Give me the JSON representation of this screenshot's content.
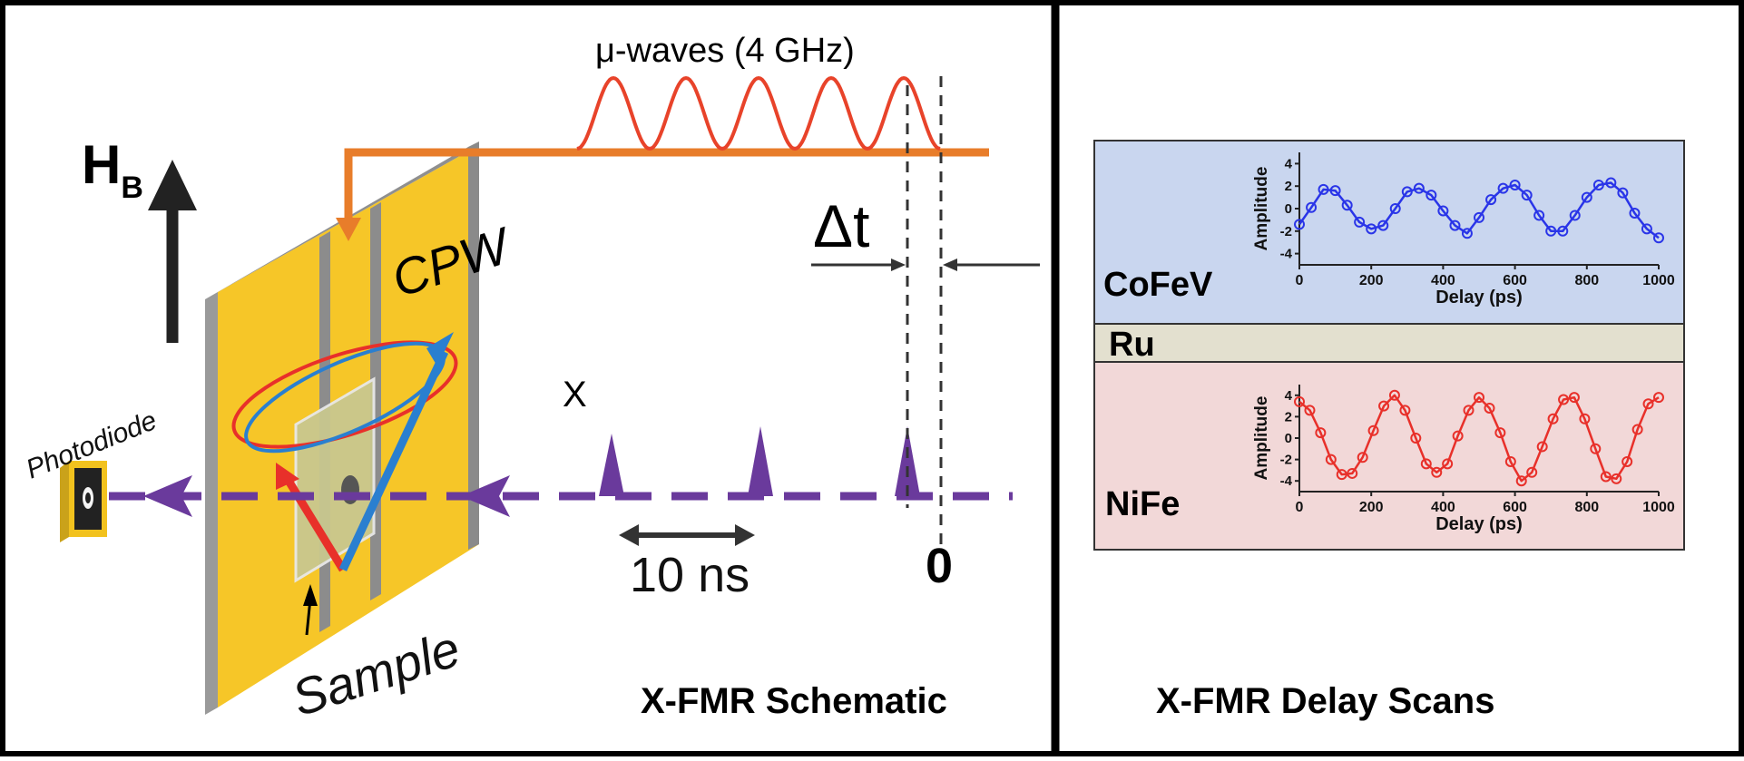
{
  "schematic": {
    "field_label_main": "H",
    "field_label_sub": "B",
    "microwave_label": "μ-waves (4 GHz)",
    "delay_label": "Δt",
    "xray_label": "X",
    "spacing_label": "10 ns",
    "zero_label": "0",
    "cpw_label": "CPW",
    "photodiode_label": "Photodiode",
    "sample_label": "Sample",
    "caption": "X-FMR Schematic"
  },
  "scans": {
    "caption": "X-FMR Delay Scans",
    "layers": {
      "top": "CoFeV",
      "spacer": "Ru",
      "bottom": "NiFe"
    },
    "colors": {
      "top_bg": "#c9d6ef",
      "spacer_bg": "#e3e0cf",
      "bottom_bg": "#f2d8d8",
      "top_series": "#2a35e8",
      "bottom_series": "#e8302a"
    }
  },
  "chart_data": [
    {
      "type": "line",
      "series": [
        {
          "name": "CoFeV",
          "values": [
            -1.4,
            0.1,
            1.7,
            1.6,
            0.3,
            -1.2,
            -1.8,
            -1.5,
            0.0,
            1.5,
            1.8,
            1.2,
            -0.2,
            -1.5,
            -2.2,
            -0.8,
            0.8,
            1.8,
            2.1,
            1.2,
            -0.6,
            -2.0,
            -2.0,
            -0.6,
            1.0,
            2.1,
            2.3,
            1.4,
            -0.4,
            -1.8,
            -2.6
          ]
        }
      ],
      "x": [
        0,
        33,
        67,
        100,
        133,
        167,
        200,
        233,
        267,
        300,
        333,
        367,
        400,
        433,
        467,
        500,
        533,
        567,
        600,
        633,
        667,
        700,
        733,
        767,
        800,
        833,
        867,
        900,
        933,
        967,
        1000
      ],
      "xlabel": "Delay (ps)",
      "ylabel": "Amplitude",
      "xlim": [
        0,
        1000
      ],
      "ylim": [
        -5,
        5
      ],
      "xticks": [
        0,
        200,
        400,
        600,
        800,
        1000
      ],
      "yticks": [
        4,
        2,
        0,
        -2,
        -4
      ],
      "grid": false
    },
    {
      "type": "line",
      "series": [
        {
          "name": "NiFe",
          "values": [
            3.4,
            2.6,
            0.5,
            -2.0,
            -3.4,
            -3.3,
            -1.8,
            0.7,
            3.0,
            4.0,
            2.6,
            0.0,
            -2.4,
            -3.2,
            -2.4,
            0.2,
            2.6,
            3.8,
            2.8,
            0.5,
            -2.2,
            -4.0,
            -3.2,
            -0.8,
            1.8,
            3.6,
            3.8,
            1.8,
            -1.0,
            -3.6,
            -3.8,
            -2.2,
            0.8,
            3.2,
            3.8
          ]
        }
      ],
      "x": [
        0,
        29,
        59,
        88,
        118,
        147,
        176,
        206,
        235,
        265,
        294,
        324,
        353,
        382,
        412,
        441,
        471,
        500,
        529,
        559,
        588,
        618,
        647,
        676,
        706,
        735,
        765,
        794,
        824,
        853,
        882,
        912,
        941,
        971,
        1000
      ],
      "xlabel": "Delay (ps)",
      "ylabel": "Amplitude",
      "xlim": [
        0,
        1000
      ],
      "ylim": [
        -5,
        5
      ],
      "xticks": [
        0,
        200,
        400,
        600,
        800,
        1000
      ],
      "yticks": [
        4,
        2,
        0,
        -2,
        -4
      ],
      "grid": false
    }
  ]
}
